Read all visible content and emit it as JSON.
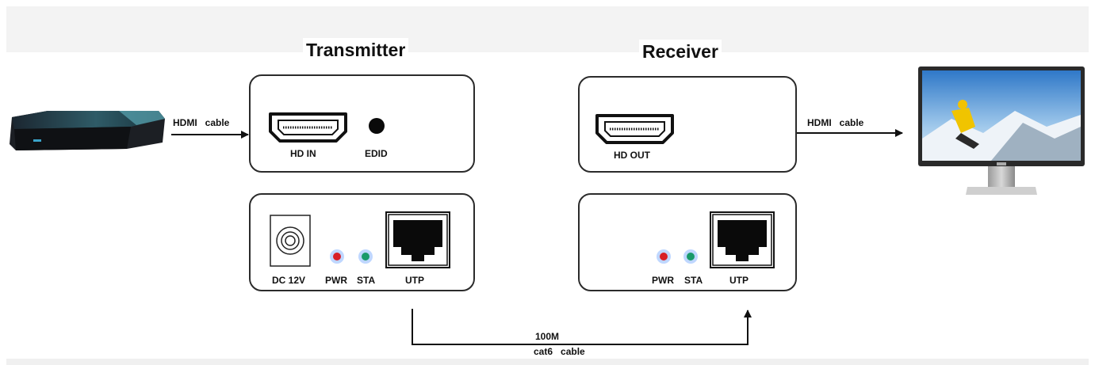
{
  "titles": {
    "transmitter": "Transmitter",
    "receiver": "Receiver"
  },
  "cables": {
    "source_to_tx": "HDMI   cable",
    "rx_to_monitor": "HDMI   cable",
    "link_top": "100M",
    "link_bottom": "cat6   cable"
  },
  "transmitter": {
    "front_ports": {
      "hdmi": "HD IN",
      "edid": "EDID"
    },
    "rear_ports": {
      "power": "DC 12V",
      "pwr_led": "PWR",
      "sta_led": "STA",
      "utp": "UTP"
    }
  },
  "receiver": {
    "front_ports": {
      "hdmi": "HD OUT"
    },
    "rear_ports": {
      "pwr_led": "PWR",
      "sta_led": "STA",
      "utp": "UTP"
    }
  },
  "colors": {
    "pwr_led": "#d81f26",
    "sta_led": "#1a9a6a",
    "led_glow": "#a9c9ff"
  }
}
